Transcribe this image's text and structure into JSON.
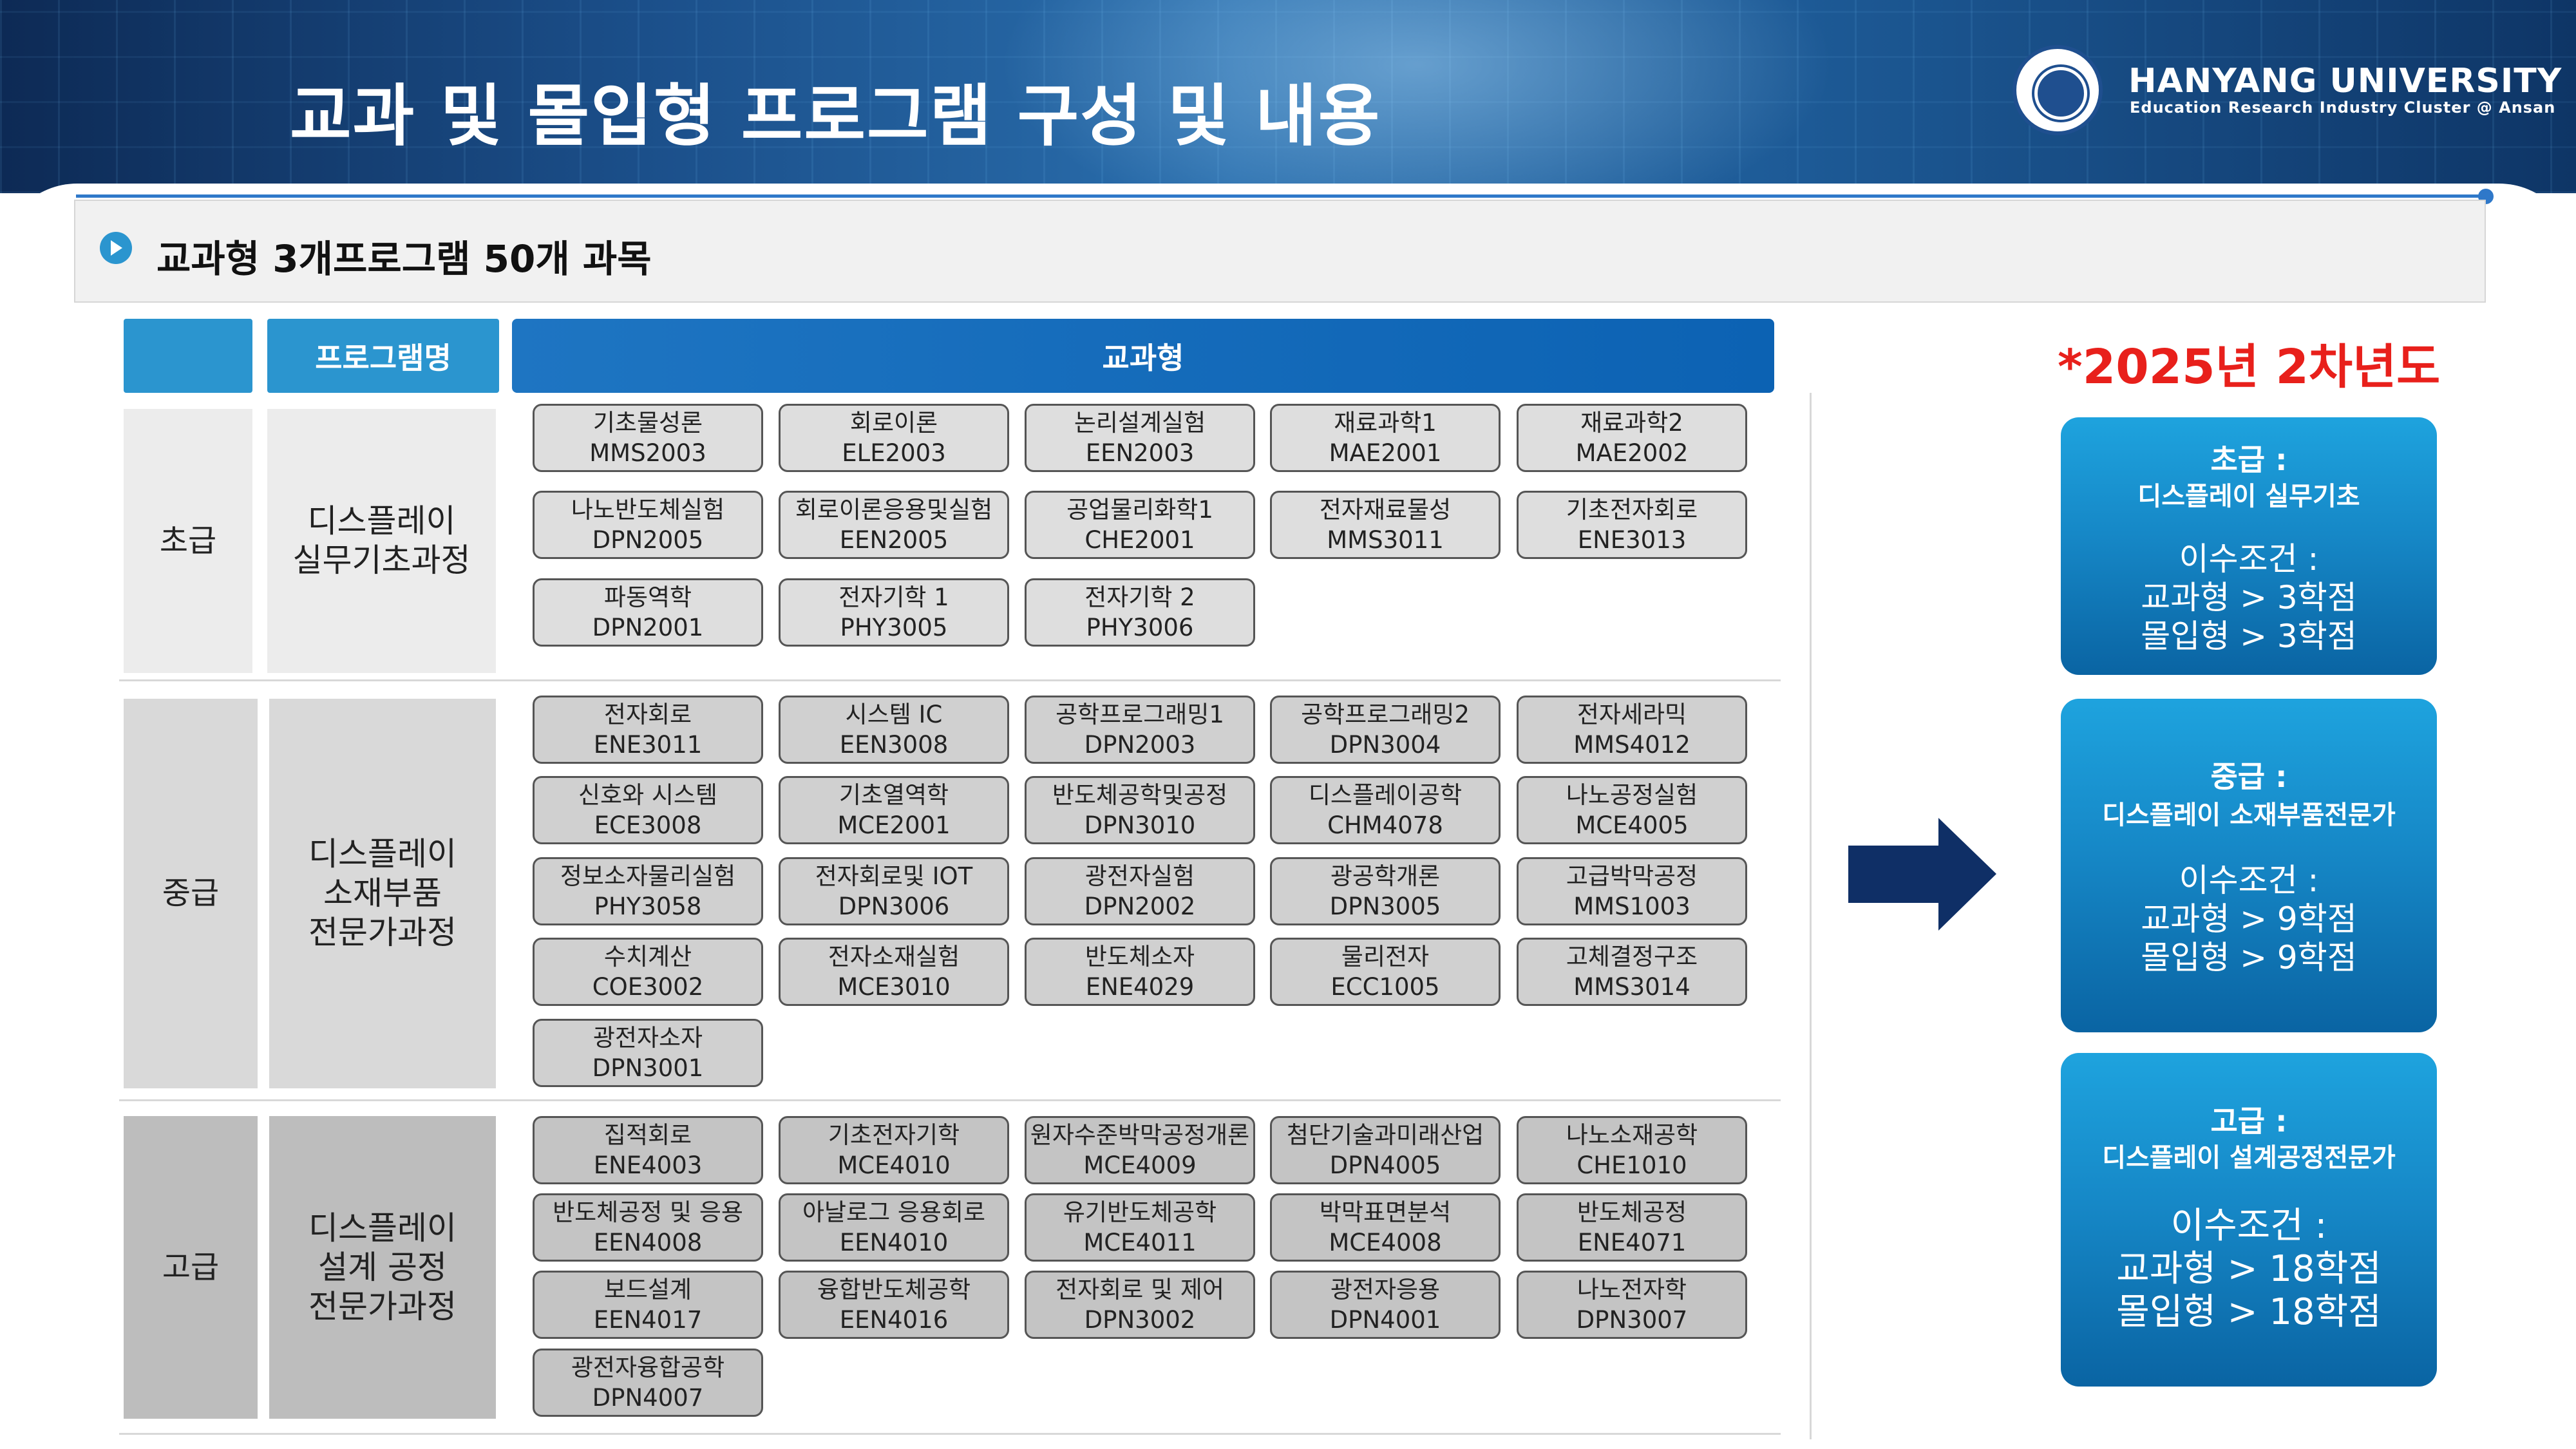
{
  "header": {
    "title": "교과 및 몰입형 프로그램 구성 및 내용",
    "logo_name": "HANYANG UNIVERSITY ERICA",
    "logo_sub": "Education Research Industry Cluster @ Ansan"
  },
  "section": {
    "title": "교과형 3개프로그램 50개 과목"
  },
  "table": {
    "headers": [
      "",
      "프로그램명",
      "교과형"
    ],
    "rows": [
      {
        "level": "초급",
        "program": [
          "디스플레이",
          "실무기초과정"
        ],
        "courses": [
          [
            "기초물성론",
            "MMS2003"
          ],
          [
            "회로이론",
            "ELE2003"
          ],
          [
            "논리설계실험",
            "EEN2003"
          ],
          [
            "재료과학1",
            "MAE2001"
          ],
          [
            "재료과학2",
            "MAE2002"
          ],
          [
            "나노반도체실험",
            "DPN2005"
          ],
          [
            "회로이론응용및실험",
            "EEN2005"
          ],
          [
            "공업물리화학1",
            "CHE2001"
          ],
          [
            "전자재료물성",
            "MMS3011"
          ],
          [
            "기초전자회로",
            "ENE3013"
          ],
          [
            "파동역학",
            "DPN2001"
          ],
          [
            "전자기학 1",
            "PHY3005"
          ],
          [
            "전자기학 2",
            "PHY3006"
          ]
        ]
      },
      {
        "level": "중급",
        "program": [
          "디스플레이",
          "소재부품",
          "전문가과정"
        ],
        "courses": [
          [
            "전자회로",
            "ENE3011"
          ],
          [
            "시스템 IC",
            "EEN3008"
          ],
          [
            "공학프로그래밍1",
            "DPN2003"
          ],
          [
            "공학프로그래밍2",
            "DPN3004"
          ],
          [
            "전자세라믹",
            "MMS4012"
          ],
          [
            "신호와 시스템",
            "ECE3008"
          ],
          [
            "기초열역학",
            "MCE2001"
          ],
          [
            "반도체공학및공정",
            "DPN3010"
          ],
          [
            "디스플레이공학",
            "CHM4078"
          ],
          [
            "나노공정실험",
            "MCE4005"
          ],
          [
            "정보소자물리실험",
            "PHY3058"
          ],
          [
            "전자회로및 IOT",
            "DPN3006"
          ],
          [
            "광전자실험",
            "DPN2002"
          ],
          [
            "광공학개론",
            "DPN3005"
          ],
          [
            "고급박막공정",
            "MMS1003"
          ],
          [
            "수치계산",
            "COE3002"
          ],
          [
            "전자소재실험",
            "MCE3010"
          ],
          [
            "반도체소자",
            "ENE4029"
          ],
          [
            "물리전자",
            "ECC1005"
          ],
          [
            "고체결정구조",
            "MMS3014"
          ],
          [
            "광전자소자",
            "DPN3001"
          ]
        ]
      },
      {
        "level": "고급",
        "program": [
          "디스플레이",
          "설계 공정",
          "전문가과정"
        ],
        "courses": [
          [
            "집적회로",
            "ENE4003"
          ],
          [
            "기초전자기학",
            "MCE4010"
          ],
          [
            "원자수준박막공정개론",
            "MCE4009"
          ],
          [
            "첨단기술과미래산업",
            "DPN4005"
          ],
          [
            "나노소재공학",
            "CHE1010"
          ],
          [
            "반도체공정 및 응용",
            "EEN4008"
          ],
          [
            "아날로그 응용회로",
            "EEN4010"
          ],
          [
            "유기반도체공학",
            "MCE4011"
          ],
          [
            "박막표면분석",
            "MCE4008"
          ],
          [
            "반도체공정",
            "ENE4071"
          ],
          [
            "보드설계",
            "EEN4017"
          ],
          [
            "융합반도체공학",
            "EEN4016"
          ],
          [
            "전자회로 및 제어",
            "DPN3002"
          ],
          [
            "광전자응용",
            "DPN4001"
          ],
          [
            "나노전자학",
            "DPN3007"
          ],
          [
            "광전자융합공학",
            "DPN4007"
          ]
        ]
      }
    ]
  },
  "year_note": "*2025년 2차년도",
  "summary": [
    {
      "level": "초급 :",
      "name": "디스플레이 실무기초",
      "cond": [
        "이수조건 :",
        "교과형 > 3학점",
        "몰입형 > 3학점"
      ]
    },
    {
      "level": "중급 :",
      "name": "디스플레이  소재부품전문가",
      "cond": [
        "이수조건 :",
        "교과형 > 9학점",
        "몰입형 > 9학점"
      ]
    },
    {
      "level": "고급 :",
      "name": "디스플레이 설계공정전문가",
      "cond": [
        "이수조건 :",
        "교과형 > 18학점",
        "몰입형 > 18학점"
      ]
    }
  ],
  "colors": {
    "header_blue": "#2b95cf",
    "accent_red": "#e8201b",
    "arrow_navy": "#0f2f66"
  }
}
